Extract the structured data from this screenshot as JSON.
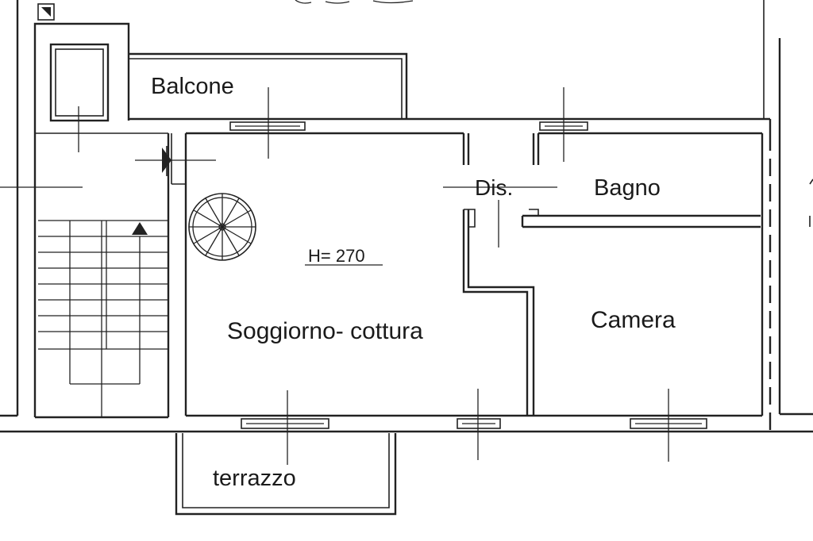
{
  "plan": {
    "rooms": {
      "balcone": "Balcone",
      "dis": "Dis.",
      "bagno": "Bagno",
      "height": "H= 270",
      "soggiorno": "Soggiorno- cottura",
      "camera": "Camera",
      "terrazzo": "terrazzo"
    }
  }
}
